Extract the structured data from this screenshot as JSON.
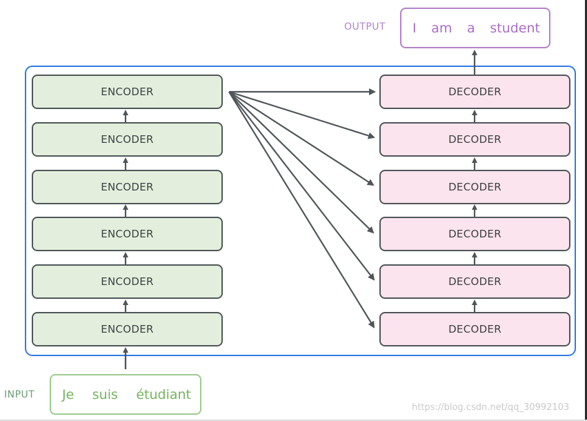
{
  "output": {
    "label": "OUTPUT",
    "words": [
      "I",
      "am",
      "a",
      "student"
    ]
  },
  "input": {
    "label": "INPUT",
    "words": [
      "Je",
      "suis",
      "étudiant"
    ]
  },
  "encoders": [
    "ENCODER",
    "ENCODER",
    "ENCODER",
    "ENCODER",
    "ENCODER",
    "ENCODER"
  ],
  "decoders": [
    "DECODER",
    "DECODER",
    "DECODER",
    "DECODER",
    "DECODER",
    "DECODER"
  ],
  "watermark": "https://blog.csdn.net/qq_30992103",
  "colors": {
    "frame": "#2f7ae5",
    "encoder_fill": "#e3efdc",
    "decoder_fill": "#fbe4ed",
    "output_accent": "#b382c9",
    "input_accent": "#9dcb8f",
    "arrow": "#4f5559"
  }
}
